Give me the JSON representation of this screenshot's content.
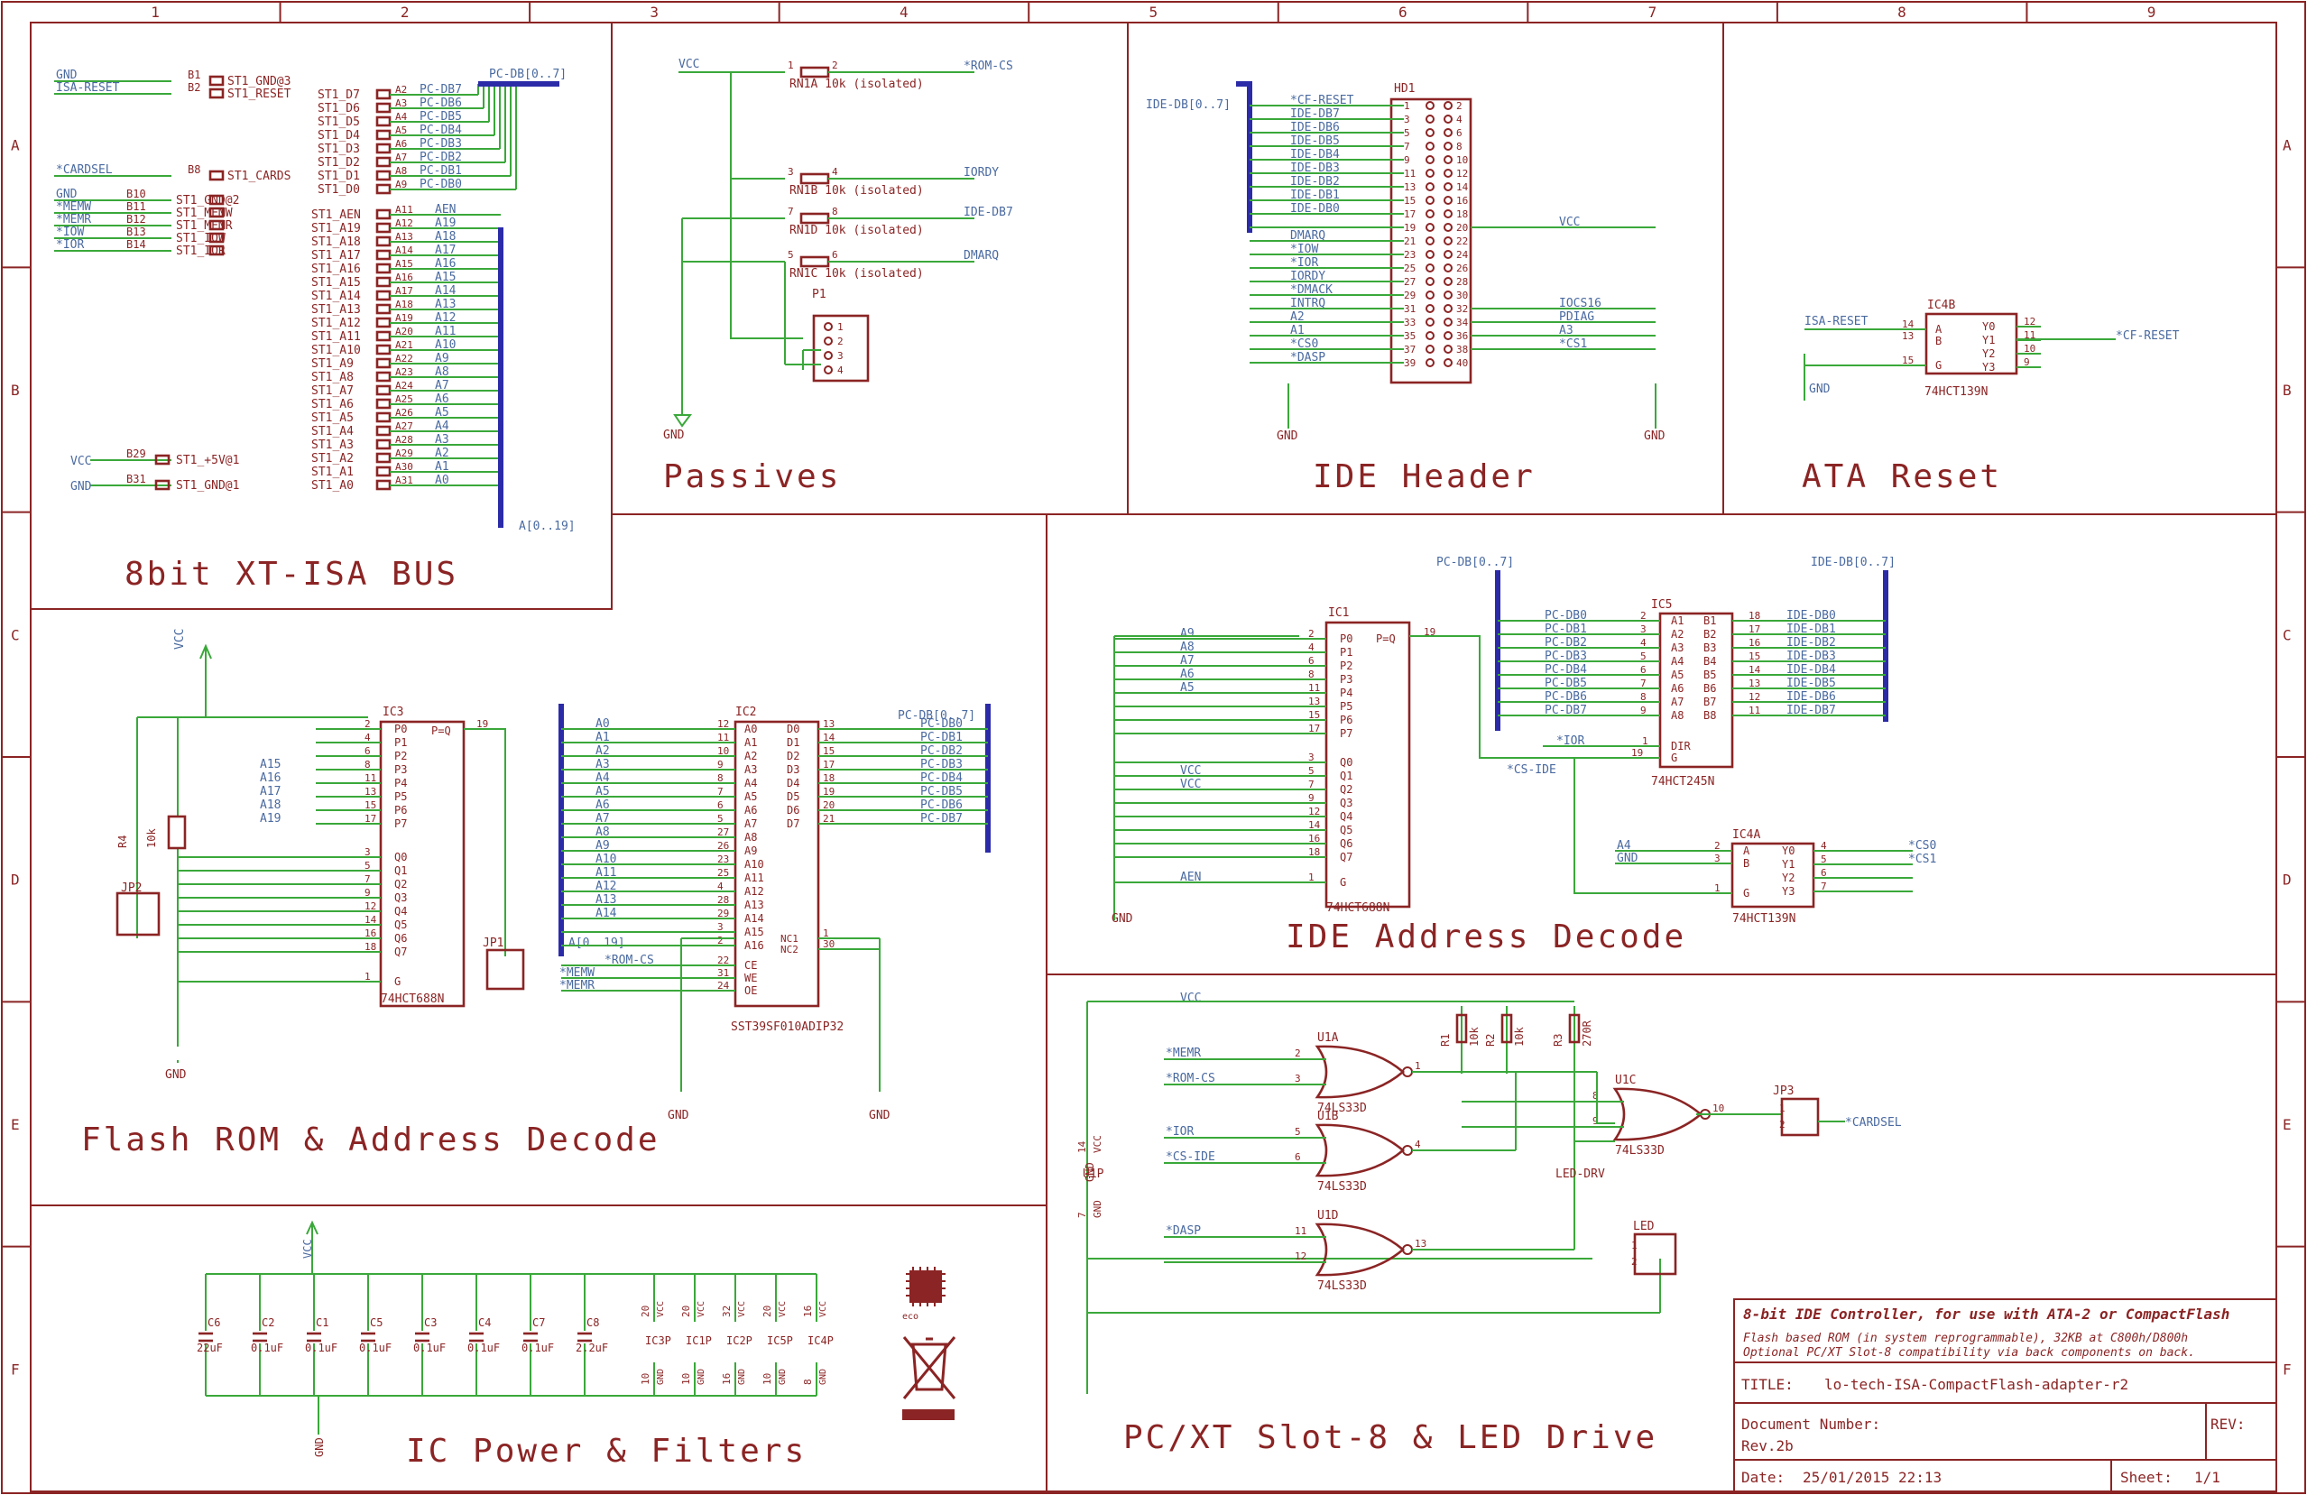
{
  "grid": {
    "columns": [
      "1",
      "2",
      "3",
      "4",
      "5",
      "6",
      "7",
      "8",
      "9"
    ],
    "rows": [
      "A",
      "B",
      "C",
      "D",
      "E",
      "F"
    ]
  },
  "sections": {
    "isa": "8bit XT-ISA BUS",
    "passives": "Passives",
    "ide_header": "IDE Header",
    "ata_reset": "ATA Reset",
    "flash": "Flash ROM & Address Decode",
    "ide_decode": "IDE Address Decode",
    "power": "IC Power & Filters",
    "slot8": "PC/XT Slot-8 & LED Drive"
  },
  "isa": {
    "top_left": [
      {
        "net": "GND",
        "pin": "B1",
        "name": "ST1_GND@3"
      },
      {
        "net": "ISA-RESET",
        "pin": "B2",
        "name": "ST1_RESET"
      }
    ],
    "cardsel": {
      "net": "*CARDSEL",
      "pin": "B8",
      "name": "ST1_CARDS"
    },
    "control": [
      {
        "net": "GND",
        "pin": "B10",
        "name": "ST1_GND@2"
      },
      {
        "net": "*MEMW",
        "pin": "B11",
        "name": "ST1_MEMW"
      },
      {
        "net": "*MEMR",
        "pin": "B12",
        "name": "ST1_MEMR"
      },
      {
        "net": "*IOW",
        "pin": "B13",
        "name": "ST1_IOW"
      },
      {
        "net": "*IOR",
        "pin": "B14",
        "name": "ST1_IOR"
      }
    ],
    "power": [
      {
        "net": "VCC",
        "pin": "B29",
        "name": "ST1_+5V@1"
      },
      {
        "net": "GND",
        "pin": "B31",
        "name": "ST1_GND@1"
      }
    ],
    "data": [
      {
        "name": "ST1_D7",
        "pin": "A2",
        "net": "PC-DB7"
      },
      {
        "name": "ST1_D6",
        "pin": "A3",
        "net": "PC-DB6"
      },
      {
        "name": "ST1_D5",
        "pin": "A4",
        "net": "PC-DB5"
      },
      {
        "name": "ST1_D4",
        "pin": "A5",
        "net": "PC-DB4"
      },
      {
        "name": "ST1_D3",
        "pin": "A6",
        "net": "PC-DB3"
      },
      {
        "name": "ST1_D2",
        "pin": "A7",
        "net": "PC-DB2"
      },
      {
        "name": "ST1_D1",
        "pin": "A8",
        "net": "PC-DB1"
      },
      {
        "name": "ST1_D0",
        "pin": "A9",
        "net": "PC-DB0"
      }
    ],
    "data_bus": "PC-DB[0..7]",
    "addr": [
      {
        "name": "ST1_AEN",
        "pin": "A11",
        "net": "AEN"
      },
      {
        "name": "ST1_A19",
        "pin": "A12",
        "net": "A19"
      },
      {
        "name": "ST1_A18",
        "pin": "A13",
        "net": "A18"
      },
      {
        "name": "ST1_A17",
        "pin": "A14",
        "net": "A17"
      },
      {
        "name": "ST1_A16",
        "pin": "A15",
        "net": "A16"
      },
      {
        "name": "ST1_A15",
        "pin": "A16",
        "net": "A15"
      },
      {
        "name": "ST1_A14",
        "pin": "A17",
        "net": "A14"
      },
      {
        "name": "ST1_A13",
        "pin": "A18",
        "net": "A13"
      },
      {
        "name": "ST1_A12",
        "pin": "A19",
        "net": "A12"
      },
      {
        "name": "ST1_A11",
        "pin": "A20",
        "net": "A11"
      },
      {
        "name": "ST1_A10",
        "pin": "A21",
        "net": "A10"
      },
      {
        "name": "ST1_A9",
        "pin": "A22",
        "net": "A9"
      },
      {
        "name": "ST1_A8",
        "pin": "A23",
        "net": "A8"
      },
      {
        "name": "ST1_A7",
        "pin": "A24",
        "net": "A7"
      },
      {
        "name": "ST1_A6",
        "pin": "A25",
        "net": "A6"
      },
      {
        "name": "ST1_A5",
        "pin": "A26",
        "net": "A5"
      },
      {
        "name": "ST1_A4",
        "pin": "A27",
        "net": "A4"
      },
      {
        "name": "ST1_A3",
        "pin": "A28",
        "net": "A3"
      },
      {
        "name": "ST1_A2",
        "pin": "A29",
        "net": "A2"
      },
      {
        "name": "ST1_A1",
        "pin": "A30",
        "net": "A1"
      },
      {
        "name": "ST1_A0",
        "pin": "A31",
        "net": "A0"
      }
    ],
    "addr_bus": "A[0..19]"
  },
  "passives": {
    "vcc": "VCC",
    "resistors": [
      {
        "name": "RN1A 10k (isolated)",
        "pins": [
          "1",
          "2"
        ],
        "net": "*ROM-CS"
      },
      {
        "name": "RN1B 10k (isolated)",
        "pins": [
          "3",
          "4"
        ],
        "net": "IORDY"
      },
      {
        "name": "RN1D 10k (isolated)",
        "pins": [
          "7",
          "8"
        ],
        "net": "IDE-DB7"
      },
      {
        "name": "RN1C 10k (isolated)",
        "pins": [
          "5",
          "6"
        ],
        "net": "DMARQ"
      }
    ],
    "connector": "P1",
    "connector_pins": [
      "1",
      "2",
      "3",
      "4"
    ],
    "gnd": "GND"
  },
  "ide": {
    "bus": "IDE-DB[0..7]",
    "part": "HD1",
    "left": [
      {
        "net": "*CF-RESET",
        "pin": "1"
      },
      {
        "net": "IDE-DB7",
        "pin": "3"
      },
      {
        "net": "IDE-DB6",
        "pin": "5"
      },
      {
        "net": "IDE-DB5",
        "pin": "7"
      },
      {
        "net": "IDE-DB4",
        "pin": "9"
      },
      {
        "net": "IDE-DB3",
        "pin": "11"
      },
      {
        "net": "IDE-DB2",
        "pin": "13"
      },
      {
        "net": "IDE-DB1",
        "pin": "15"
      },
      {
        "net": "IDE-DB0",
        "pin": "17"
      },
      {
        "net": "",
        "pin": "19"
      },
      {
        "net": "DMARQ",
        "pin": "21"
      },
      {
        "net": "*IOW",
        "pin": "23"
      },
      {
        "net": "*IOR",
        "pin": "25"
      },
      {
        "net": "IORDY",
        "pin": "27"
      },
      {
        "net": "*DMACK",
        "pin": "29"
      },
      {
        "net": "INTRQ",
        "pin": "31"
      },
      {
        "net": "A2",
        "pin": "33"
      },
      {
        "net": "A1",
        "pin": "35"
      },
      {
        "net": "*CS0",
        "pin": "37"
      },
      {
        "net": "*DASP",
        "pin": "39"
      }
    ],
    "right": [
      {
        "net": "",
        "pin": "2"
      },
      {
        "net": "",
        "pin": "4"
      },
      {
        "net": "",
        "pin": "6"
      },
      {
        "net": "",
        "pin": "8"
      },
      {
        "net": "",
        "pin": "10"
      },
      {
        "net": "",
        "pin": "12"
      },
      {
        "net": "",
        "pin": "14"
      },
      {
        "net": "",
        "pin": "16"
      },
      {
        "net": "",
        "pin": "18"
      },
      {
        "net": "VCC",
        "pin": "20"
      },
      {
        "net": "",
        "pin": "22"
      },
      {
        "net": "",
        "pin": "24"
      },
      {
        "net": "",
        "pin": "26"
      },
      {
        "net": "",
        "pin": "28"
      },
      {
        "net": "",
        "pin": "30"
      },
      {
        "net": "IOCS16",
        "pin": "32"
      },
      {
        "net": "PDIAG",
        "pin": "34"
      },
      {
        "net": "A3",
        "pin": "36"
      },
      {
        "net": "*CS1",
        "pin": "38"
      },
      {
        "net": "",
        "pin": "40"
      }
    ],
    "gnd": "GND"
  },
  "ata_reset": {
    "part": "IC4B",
    "type": "74HCT139N",
    "in_labels": [
      "A",
      "B",
      "G"
    ],
    "in_pins": [
      "14",
      "13",
      "15"
    ],
    "out_labels": [
      "Y0",
      "Y1",
      "Y2",
      "Y3"
    ],
    "out_pins": [
      "12",
      "11",
      "10",
      "9"
    ],
    "in_net": "ISA-RESET",
    "gnd": "GND",
    "out_net": "*CF-RESET"
  },
  "flash": {
    "vcc": "VCC",
    "r4": "R4",
    "r4_val": "10k",
    "jp2": "JP2",
    "jp1": "JP1",
    "gnd": "GND",
    "ic3": {
      "name": "IC3",
      "type": "74HCT688N",
      "p": [
        {
          "l": "P0",
          "pin": "2"
        },
        {
          "l": "P1",
          "pin": "4"
        },
        {
          "l": "P2",
          "pin": "6"
        },
        {
          "l": "P3",
          "pin": "8"
        },
        {
          "l": "P4",
          "pin": "11"
        },
        {
          "l": "P5",
          "pin": "13"
        },
        {
          "l": "P6",
          "pin": "15"
        },
        {
          "l": "P7",
          "pin": "17"
        }
      ],
      "q": [
        {
          "l": "Q0",
          "pin": "3"
        },
        {
          "l": "Q1",
          "pin": "5"
        },
        {
          "l": "Q2",
          "pin": "7"
        },
        {
          "l": "Q3",
          "pin": "9"
        },
        {
          "l": "Q4",
          "pin": "12"
        },
        {
          "l": "Q5",
          "pin": "14"
        },
        {
          "l": "Q6",
          "pin": "16"
        },
        {
          "l": "Q7",
          "pin": "18"
        }
      ],
      "g": {
        "l": "G",
        "pin": "1"
      },
      "out": {
        "l": "P=Q",
        "pin": "19"
      },
      "addr_nets": [
        "A15",
        "A16",
        "A17",
        "A18",
        "A19"
      ]
    },
    "ic2": {
      "name": "IC2",
      "type": "SST39SF010ADIP32",
      "a": [
        {
          "l": "A0",
          "pin": "12"
        },
        {
          "l": "A1",
          "pin": "11"
        },
        {
          "l": "A2",
          "pin": "10"
        },
        {
          "l": "A3",
          "pin": "9"
        },
        {
          "l": "A4",
          "pin": "8"
        },
        {
          "l": "A5",
          "pin": "7"
        },
        {
          "l": "A6",
          "pin": "6"
        },
        {
          "l": "A7",
          "pin": "5"
        },
        {
          "l": "A8",
          "pin": "27"
        },
        {
          "l": "A9",
          "pin": "26"
        },
        {
          "l": "A10",
          "pin": "23"
        },
        {
          "l": "A11",
          "pin": "25"
        },
        {
          "l": "A12",
          "pin": "4"
        },
        {
          "l": "A13",
          "pin": "28"
        },
        {
          "l": "A14",
          "pin": "29"
        },
        {
          "l": "A15",
          "pin": "3"
        },
        {
          "l": "A16",
          "pin": "2"
        }
      ],
      "a_nets": [
        "A0",
        "A1",
        "A2",
        "A3",
        "A4",
        "A5",
        "A6",
        "A7",
        "A8",
        "A9",
        "A10",
        "A11",
        "A12",
        "A13",
        "A14"
      ],
      "ctrl": [
        {
          "l": "CE",
          "pin": "22",
          "net": "*ROM-CS"
        },
        {
          "l": "WE",
          "pin": "31",
          "net": "*MEMW"
        },
        {
          "l": "OE",
          "pin": "24",
          "net": "*MEMR"
        }
      ],
      "d": [
        {
          "l": "D0",
          "pin": "13",
          "net": "PC-DB0"
        },
        {
          "l": "D1",
          "pin": "14",
          "net": "PC-DB1"
        },
        {
          "l": "D2",
          "pin": "15",
          "net": "PC-DB2"
        },
        {
          "l": "D3",
          "pin": "17",
          "net": "PC-DB3"
        },
        {
          "l": "D4",
          "pin": "18",
          "net": "PC-DB4"
        },
        {
          "l": "D5",
          "pin": "19",
          "net": "PC-DB5"
        },
        {
          "l": "D6",
          "pin": "20",
          "net": "PC-DB6"
        },
        {
          "l": "D7",
          "pin": "21",
          "net": "PC-DB7"
        }
      ],
      "nc": [
        {
          "l": "NC1",
          "pin": "1"
        },
        {
          "l": "NC2",
          "pin": "30"
        }
      ],
      "data_bus": "PC-DB[0..7]",
      "addr_bus": "A[0..19]"
    }
  },
  "ide_decode": {
    "pc_bus": "PC-DB[0..7]",
    "ide_bus": "IDE-DB[0..7]",
    "gnd": "GND",
    "ic1": {
      "name": "IC1",
      "type": "74HCT688N",
      "p": [
        {
          "l": "P0",
          "pin": "2",
          "net": "A9"
        },
        {
          "l": "P1",
          "pin": "4",
          "net": "A8"
        },
        {
          "l": "P2",
          "pin": "6",
          "net": "A7"
        },
        {
          "l": "P3",
          "pin": "8",
          "net": "A6"
        },
        {
          "l": "P4",
          "pin": "11",
          "net": "A5"
        },
        {
          "l": "P5",
          "pin": "13",
          "net": ""
        },
        {
          "l": "P6",
          "pin": "15",
          "net": ""
        },
        {
          "l": "P7",
          "pin": "17",
          "net": ""
        }
      ],
      "q": [
        {
          "l": "Q0",
          "pin": "3",
          "net": ""
        },
        {
          "l": "Q1",
          "pin": "5",
          "net": "VCC"
        },
        {
          "l": "Q2",
          "pin": "7",
          "net": "VCC"
        },
        {
          "l": "Q3",
          "pin": "9",
          "net": ""
        },
        {
          "l": "Q4",
          "pin": "12",
          "net": ""
        },
        {
          "l": "Q5",
          "pin": "14",
          "net": ""
        },
        {
          "l": "Q6",
          "pin": "16",
          "net": ""
        },
        {
          "l": "Q7",
          "pin": "18",
          "net": ""
        }
      ],
      "g": {
        "l": "G",
        "pin": "1",
        "net": "AEN"
      },
      "out": {
        "l": "P=Q",
        "pin": "19"
      }
    },
    "ic5": {
      "name": "IC5",
      "type": "74HCT245N",
      "a": [
        {
          "l": "A1",
          "pin": "2",
          "net": "PC-DB0"
        },
        {
          "l": "A2",
          "pin": "3",
          "net": "PC-DB1"
        },
        {
          "l": "A3",
          "pin": "4",
          "net": "PC-DB2"
        },
        {
          "l": "A4",
          "pin": "5",
          "net": "PC-DB3"
        },
        {
          "l": "A5",
          "pin": "6",
          "net": "PC-DB4"
        },
        {
          "l": "A6",
          "pin": "7",
          "net": "PC-DB5"
        },
        {
          "l": "A7",
          "pin": "8",
          "net": "PC-DB6"
        },
        {
          "l": "A8",
          "pin": "9",
          "net": "PC-DB7"
        }
      ],
      "b": [
        {
          "l": "B1",
          "pin": "18",
          "net": "IDE-DB0"
        },
        {
          "l": "B2",
          "pin": "17",
          "net": "IDE-DB1"
        },
        {
          "l": "B3",
          "pin": "16",
          "net": "IDE-DB2"
        },
        {
          "l": "B4",
          "pin": "15",
          "net": "IDE-DB3"
        },
        {
          "l": "B5",
          "pin": "14",
          "net": "IDE-DB4"
        },
        {
          "l": "B6",
          "pin": "13",
          "net": "IDE-DB5"
        },
        {
          "l": "B7",
          "pin": "12",
          "net": "IDE-DB6"
        },
        {
          "l": "B8",
          "pin": "11",
          "net": "IDE-DB7"
        }
      ],
      "dir": {
        "l": "DIR",
        "pin": "1",
        "net": "*IOR"
      },
      "g": {
        "l": "G",
        "pin": "19"
      }
    },
    "cs_ide": "*CS-IDE",
    "ic4a": {
      "name": "IC4A",
      "type": "74HCT139N",
      "ins": [
        {
          "l": "A",
          "pin": "2",
          "net": "A4"
        },
        {
          "l": "B",
          "pin": "3",
          "net": "GND"
        },
        {
          "l": "G",
          "pin": "1",
          "net": ""
        }
      ],
      "outs": [
        {
          "l": "Y0",
          "pin": "4",
          "net": "*CS0"
        },
        {
          "l": "Y1",
          "pin": "5",
          "net": "*CS1"
        },
        {
          "l": "Y2",
          "pin": "6",
          "net": ""
        },
        {
          "l": "Y3",
          "pin": "7",
          "net": ""
        }
      ]
    }
  },
  "power": {
    "vcc": "VCC",
    "gnd": "GND",
    "caps": [
      {
        "name": "C6",
        "value": "22uF"
      },
      {
        "name": "C2",
        "value": "0.1uF"
      },
      {
        "name": "C1",
        "value": "0.1uF"
      },
      {
        "name": "C5",
        "value": "0.1uF"
      },
      {
        "name": "C3",
        "value": "0.1uF"
      },
      {
        "name": "C4",
        "value": "0.1uF"
      },
      {
        "name": "C7",
        "value": "0.1uF"
      },
      {
        "name": "C8",
        "value": "2.2uF"
      }
    ],
    "ics": [
      {
        "name": "IC3P",
        "vcc_pin": "20",
        "gnd_pin": "10"
      },
      {
        "name": "IC1P",
        "vcc_pin": "20",
        "gnd_pin": "10"
      },
      {
        "name": "IC2P",
        "vcc_pin": "32",
        "gnd_pin": "16"
      },
      {
        "name": "IC5P",
        "vcc_pin": "20",
        "gnd_pin": "10"
      },
      {
        "name": "IC4P",
        "vcc_pin": "16",
        "gnd_pin": "8"
      }
    ],
    "vcc_pin_label": "VCC",
    "gnd_pin_label": "GND"
  },
  "slot8": {
    "vcc": "VCC",
    "gnd": "GND",
    "u1p": "U1P",
    "u1p_vcc_pin": "14",
    "u1p_gnd_pin": "7",
    "pin_vcc": "VCC",
    "pin_gnd": "GND",
    "resistors": [
      {
        "name": "R1",
        "value": "10k"
      },
      {
        "name": "R2",
        "value": "10k"
      },
      {
        "name": "R3",
        "value": "270R"
      }
    ],
    "gates": [
      {
        "name": "U1A",
        "type": "74LS33D",
        "in_pins": [
          "2",
          "3"
        ],
        "in_nets": [
          "*MEMR",
          "*ROM-CS"
        ],
        "out_pin": "1"
      },
      {
        "name": "U1B",
        "type": "74LS33D",
        "in_pins": [
          "5",
          "6"
        ],
        "in_nets": [
          "*IOR",
          "*CS-IDE"
        ],
        "out_pin": "4"
      },
      {
        "name": "U1D",
        "type": "74LS33D",
        "in_pins": [
          "11",
          "12"
        ],
        "in_nets": [
          "*DASP",
          ""
        ],
        "out_pin": "13"
      },
      {
        "name": "U1C",
        "type": "74LS33D",
        "in_pins": [
          "8",
          "9"
        ],
        "in_nets": [
          "",
          ""
        ],
        "out_pin": "10"
      }
    ],
    "jp3": "JP3",
    "jp3_pins": [
      "1",
      "2"
    ],
    "cardsel": "*CARDSEL",
    "led_drv": "LED-DRV",
    "led": "LED",
    "led_pins": [
      "1",
      "2"
    ]
  },
  "title_block": {
    "heading": "8-bit IDE Controller, for use with ATA-2 or CompactFlash",
    "desc1": "Flash based ROM (in system reprogrammable), 32KB at C800h/D800h",
    "desc2": "Optional PC/XT Slot-8 compatibility via back components on back.",
    "title_label": "TITLE:",
    "title": "lo-tech-ISA-CompactFlash-adapter-r2",
    "docnum_label": "Document Number:",
    "docnum": "Rev.2b",
    "rev_label": "REV:",
    "date_label": "Date:",
    "date": "25/01/2015 22:13",
    "sheet_label": "Sheet:",
    "sheet": "1/1"
  },
  "colors": {
    "frame": "#8b2424",
    "wire": "#3aa83a",
    "bus": "#2b2ba8",
    "net_label": "#4a6aa0"
  }
}
